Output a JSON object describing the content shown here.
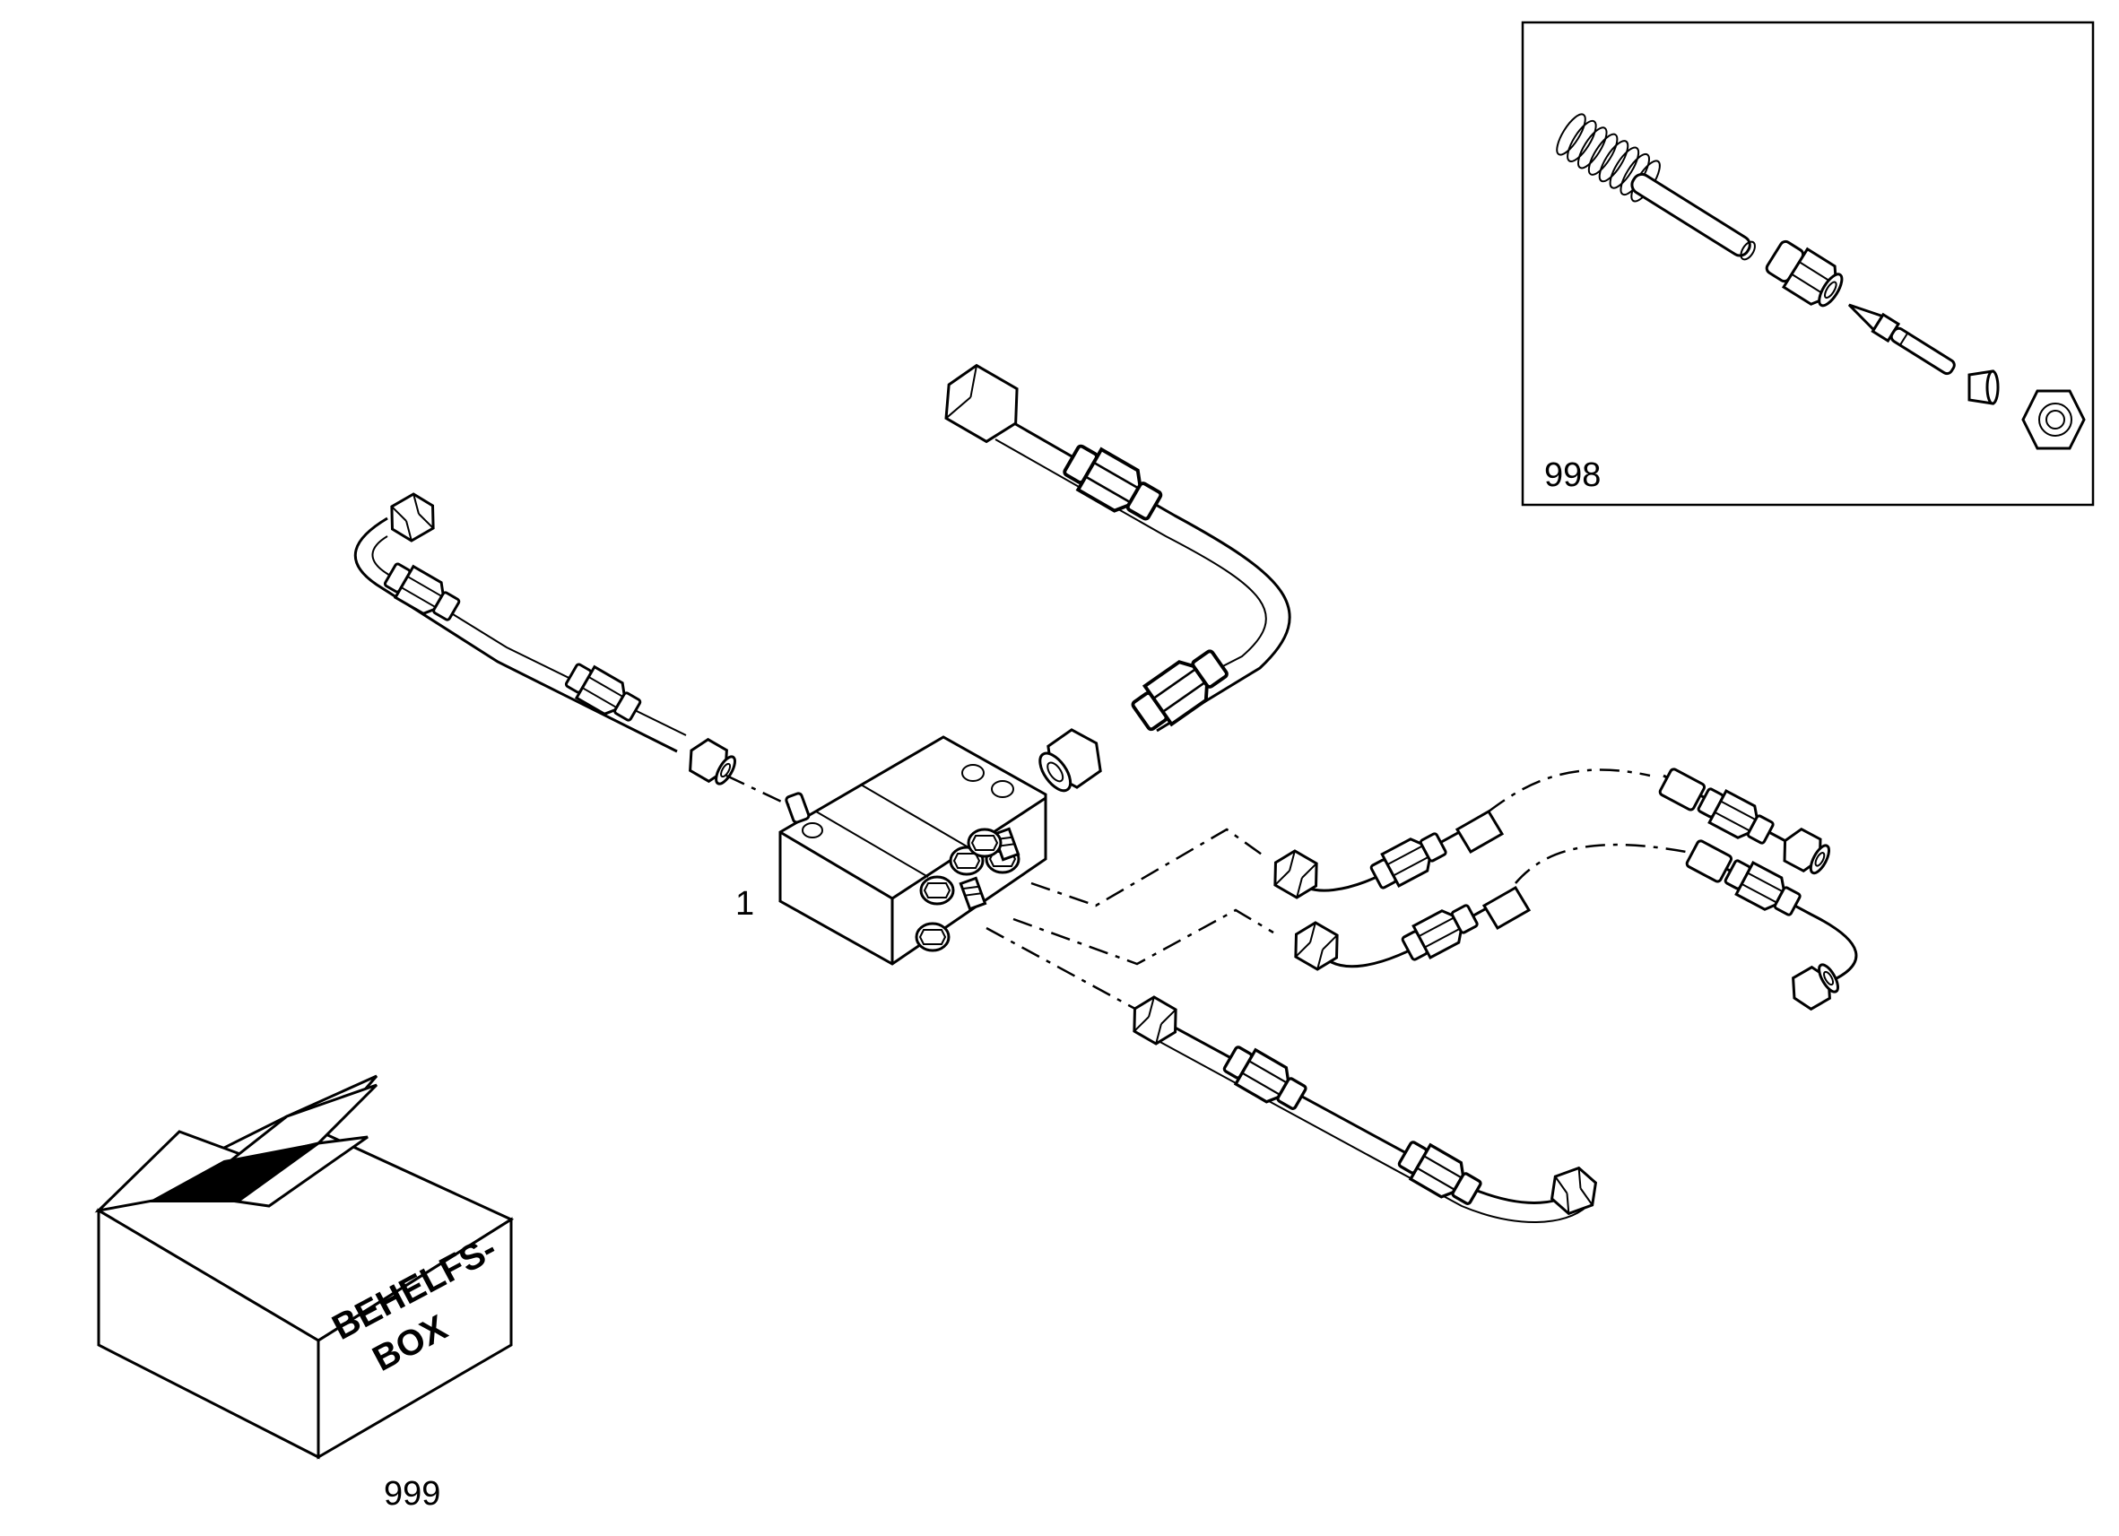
{
  "labels": {
    "part_1": "1",
    "inset_998": "998",
    "box_999": "999"
  },
  "box_print": {
    "line1": "BEHELFS-",
    "line2": "BOX"
  },
  "colors": {
    "line": "#000000",
    "background": "#ffffff"
  }
}
